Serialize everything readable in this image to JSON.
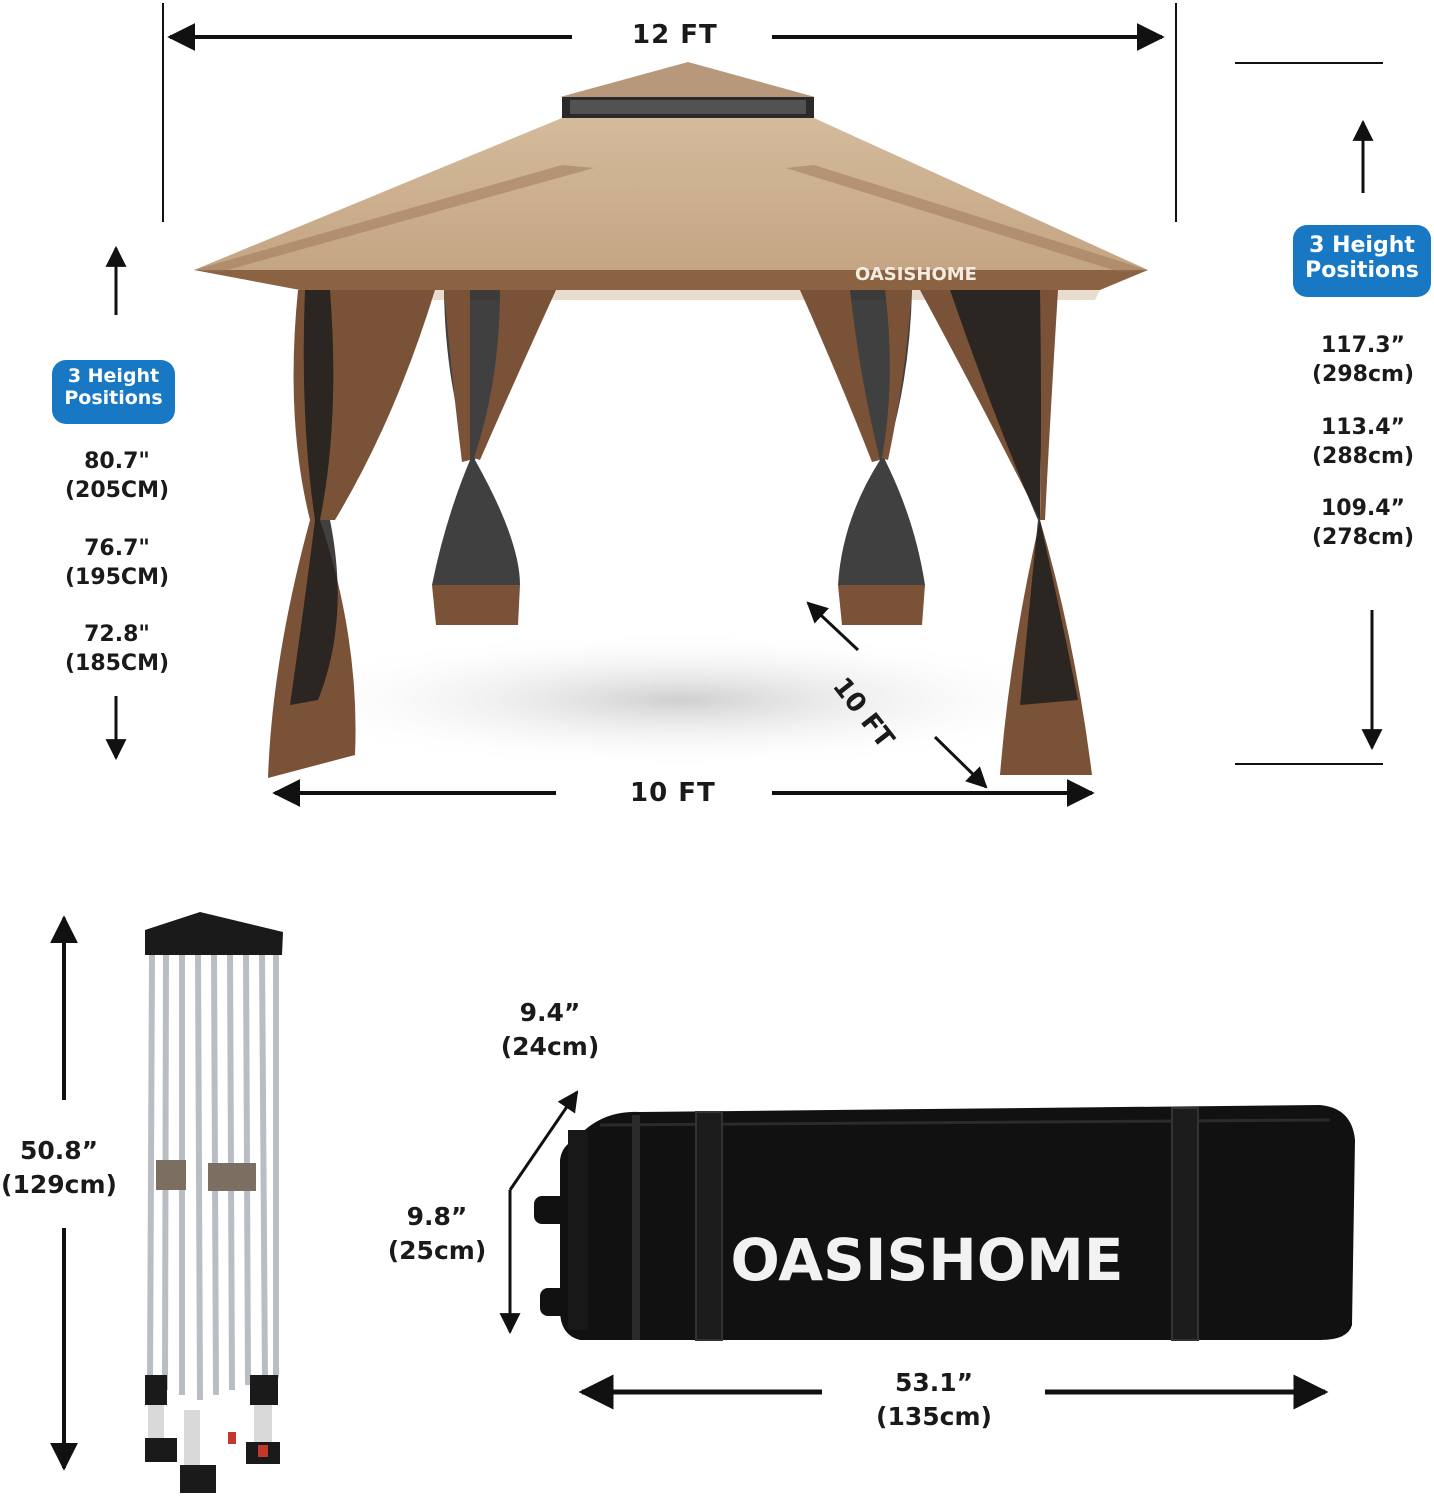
{
  "canopy": {
    "width_label": "12 FT",
    "base_width_label": "10 FT",
    "base_depth_label": "10 FT",
    "brand": "OASISHOME"
  },
  "left_heights": {
    "badge": "3 Height\nPositions",
    "badge_line1": "3 Height",
    "badge_line2": "Positions",
    "items": [
      {
        "inch": "80.7\"",
        "cm": "(205CM)"
      },
      {
        "inch": "76.7\"",
        "cm": "(195CM)"
      },
      {
        "inch": "72.8\"",
        "cm": "(185CM)"
      }
    ]
  },
  "right_heights": {
    "badge_line1": "3 Height",
    "badge_line2": "Positions",
    "items": [
      {
        "inch": "117.3”",
        "cm": "(298cm)"
      },
      {
        "inch": "113.4”",
        "cm": "(288cm)"
      },
      {
        "inch": "109.4”",
        "cm": "(278cm)"
      }
    ]
  },
  "folded_frame": {
    "inch": "50.8”",
    "cm": "(129cm)"
  },
  "carry_bag": {
    "brand": "OASISHOME",
    "depth": {
      "inch": "9.4”",
      "cm": "(24cm)"
    },
    "height": {
      "inch": "9.8”",
      "cm": "(25cm)"
    },
    "length": {
      "inch": "53.1”",
      "cm": "(135cm)"
    }
  },
  "colors": {
    "canopy_top": "#c9ad8c",
    "canopy_band": "#8b6343",
    "curtain_brown": "#7a5238",
    "netting": "#1e1e1e",
    "badge_blue": "#1978c4",
    "bag": "#111111"
  }
}
